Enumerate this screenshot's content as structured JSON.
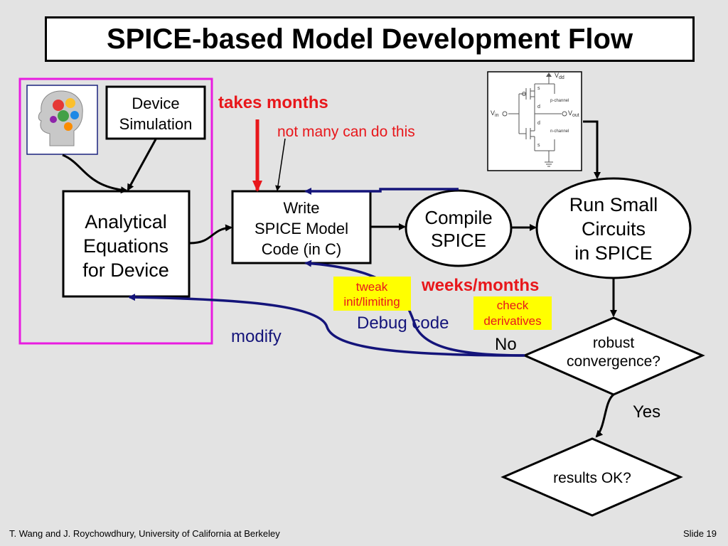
{
  "title": "SPICE-based Model Development Flow",
  "nodes": {
    "device_sim": [
      "Device",
      "Simulation"
    ],
    "analytical": [
      "Analytical",
      "Equations",
      "for Device"
    ],
    "write_model": [
      "Write",
      "SPICE Model",
      "Code (in C)"
    ],
    "compile": [
      "Compile",
      "SPICE"
    ],
    "run_small": [
      "Run Small",
      "Circuits",
      "in SPICE"
    ],
    "robust": [
      "robust",
      "convergence?"
    ],
    "results": "results OK?"
  },
  "annotations": {
    "takes_months": "takes months",
    "not_many": "not many can do this",
    "weeks_months": "weeks/months",
    "debug_code": "Debug code",
    "modify": "modify",
    "no": "No",
    "yes": "Yes",
    "tweak": [
      "tweak",
      "init/limiting"
    ],
    "check": [
      "check",
      "derivatives"
    ]
  },
  "circuit": {
    "vdd": "V",
    "vdd_sub": "dd",
    "vin": "V",
    "vin_sub": "in",
    "vout": "V",
    "vout_sub": "out",
    "p_channel": "p-channel",
    "n_channel": "n-channel",
    "s": "s",
    "d": "d"
  },
  "colors": {
    "background": "#e3e3e3",
    "magenta_box": "#e81ce0",
    "red": "#e8171b",
    "navy": "#14147a",
    "highlight": "#ffff00"
  },
  "icons": {
    "head": "head-with-gears-icon"
  },
  "footer": {
    "authors": "T. Wang  and  J. Roychowdhury,  University  of  California  at  Berkeley",
    "slide": "Slide  19"
  }
}
